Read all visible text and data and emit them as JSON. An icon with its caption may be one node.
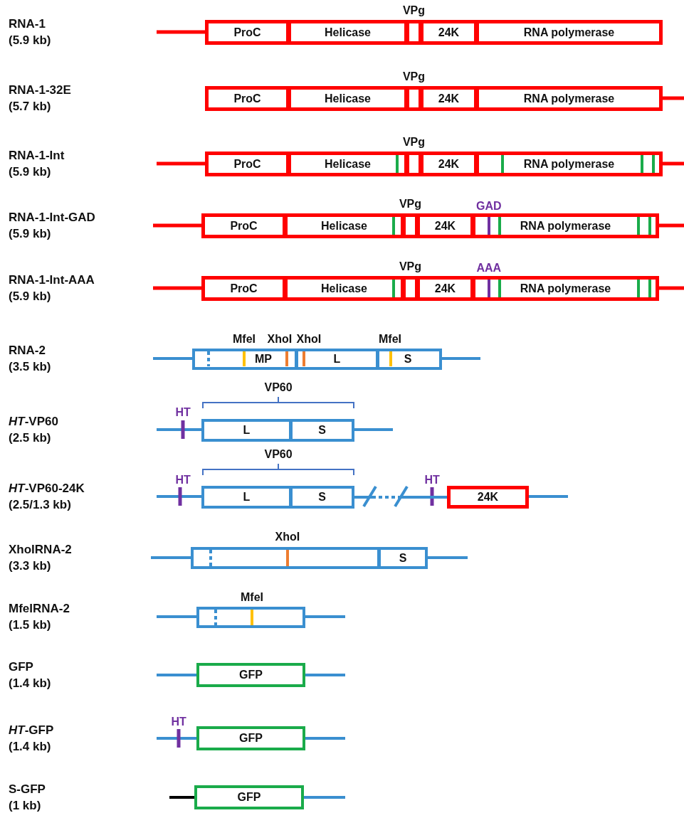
{
  "diagram": {
    "nodes": [
      {
        "text": [
          "ProC"
        ]
      },
      {
        "text": [
          "Helicase"
        ]
      },
      {
        "text": [
          "VPg"
        ]
      },
      {
        "text": [
          "24K"
        ]
      },
      {
        "text": [
          "RNA polymerase"
        ]
      },
      {
        "text": [
          "ProC"
        ]
      },
      {
        "text": [
          "Helicase"
        ]
      },
      {
        "text": [
          "VPg"
        ]
      },
      {
        "text": [
          "24K"
        ]
      },
      {
        "text": [
          "RNA polymerase"
        ]
      },
      {
        "text": [
          "ProC"
        ]
      },
      {
        "text": [
          "Helicase"
        ]
      },
      {
        "text": [
          "VPg"
        ]
      },
      {
        "text": [
          "24K"
        ]
      },
      {
        "text": [
          "RNA polymerase"
        ]
      },
      {
        "text": [
          "ProC"
        ]
      },
      {
        "text": [
          "Helicase"
        ]
      },
      {
        "text": [
          "VPg"
        ]
      },
      {
        "text": [
          "24K"
        ]
      },
      {
        "text": [
          "RNA polymerase"
        ]
      },
      {
        "text": [
          "ProC"
        ]
      },
      {
        "text": [
          "Helicase"
        ]
      },
      {
        "text": [
          "VPg"
        ]
      },
      {
        "text": [
          "24K"
        ]
      },
      {
        "text": [
          "RNA polymerase"
        ]
      },
      {
        "text": [
          "MP"
        ]
      },
      {
        "text": [
          "L"
        ]
      },
      {
        "text": [
          "S"
        ]
      },
      {
        "text": [
          "L"
        ]
      },
      {
        "text": [
          "S"
        ]
      },
      {
        "text": [
          "L"
        ]
      },
      {
        "text": [
          "S"
        ]
      },
      {
        "text": [
          "24K"
        ]
      },
      {
        "text": [],
        "shape": "box"
      },
      {
        "text": [
          "S"
        ]
      },
      {
        "text": [],
        "shape": "box"
      },
      {
        "text": [
          "GFP"
        ]
      },
      {
        "text": [
          "GFP"
        ]
      },
      {
        "text": [
          "GFP"
        ]
      }
    ],
    "edges": [
      {
        "from": 31,
        "to": 32,
        "arrow": "none"
      }
    ],
    "labels": [
      "RNA-1",
      "(5.9 kb)",
      "RNA-1-32E",
      "(5.7 kb)",
      "RNA-1-Int",
      "(5.9 kb)",
      "GAD",
      "RNA-1-Int-GAD",
      "(5.9 kb)",
      "AAA",
      "RNA-1-Int-AAA",
      "(5.9 kb)",
      "MfeI",
      "XhoI",
      "XhoI",
      "MfeI",
      "RNA-2",
      "(3.5 kb)",
      "VP60",
      "HT",
      "*HT*-VP60",
      "(2.5 kb)",
      "VP60",
      "HT",
      "HT",
      "*HT*-VP60-24K",
      "(2.5/1.3 kb)",
      "XhoI",
      "XhoIRNA-2",
      "(3.3 kb)",
      "MfeI",
      "MfeIRNA-2",
      "(1.5 kb)",
      "GFP",
      "(1.4 kb)",
      "HT",
      "*HT*-GFP",
      "(1.4 kb)",
      "S-GFP",
      "(1 kb)"
    ]
  }
}
